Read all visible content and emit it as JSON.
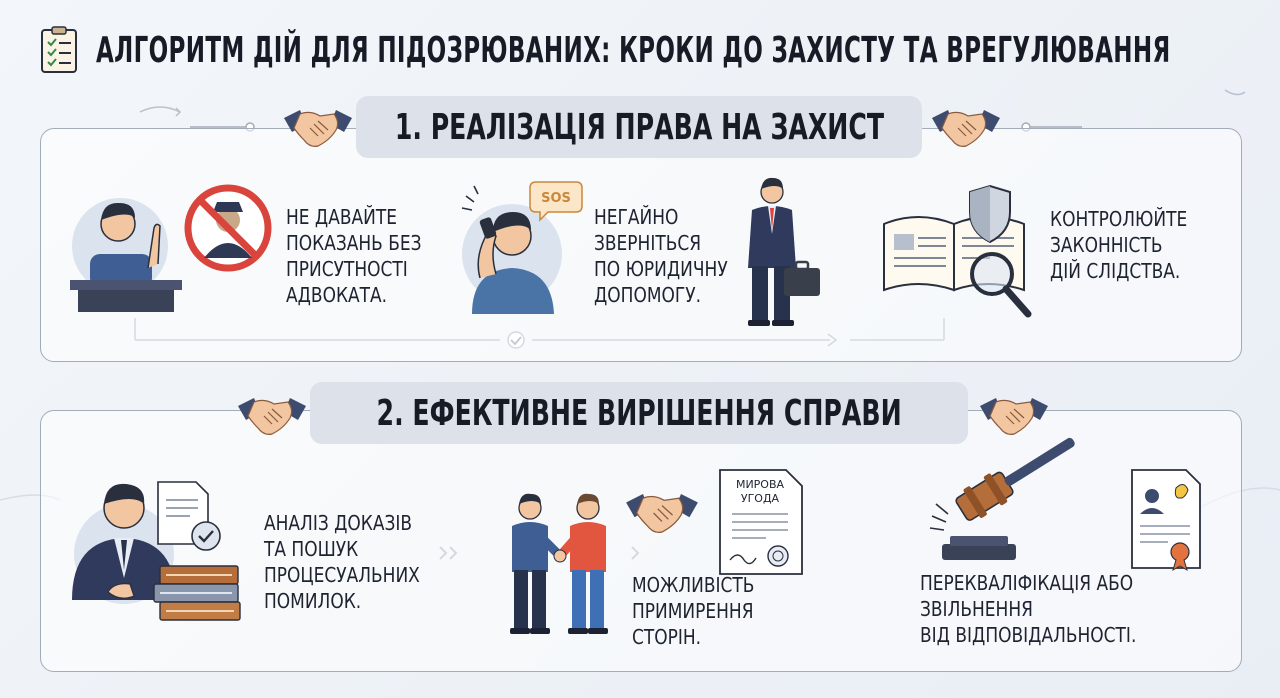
{
  "header": {
    "title": "АЛГОРИТМ ДІЙ ДЛЯ ПІДОЗРЮВАНИХ: КРОКИ ДО ЗАХИСТУ ТА ВРЕГУЛЮВАННЯ",
    "icon": "clipboard-checklist-icon"
  },
  "sections": [
    {
      "title": "1. РЕАЛІЗАЦІЯ ПРАВА НА ЗАХИСТ",
      "steps": [
        {
          "lines": [
            "НЕ ДАВАЙТЕ",
            "ПОКАЗАНЬ БЕЗ",
            "ПРИСУТНОСТІ",
            "АДВОКАТА."
          ],
          "icon": "no-interrogation-icon"
        },
        {
          "lines": [
            "НЕГАЙНО",
            "ЗВЕРНІТЬСЯ",
            "ПО ЮРИДИЧНУ",
            "ДОПОМОГУ."
          ],
          "icon": "sos-call-icon",
          "badge": "SOS"
        },
        {
          "lines": [
            "КОНТРОЛЮЙТЕ",
            "ЗАКОННІСТЬ",
            "ДІЙ СЛІДСТВА."
          ],
          "icon": "law-book-magnifier-icon"
        }
      ]
    },
    {
      "title": "2. ЕФЕКТИВНЕ ВИРІШЕННЯ СПРАВИ",
      "steps": [
        {
          "lines": [
            "АНАЛІЗ ДОКАЗІВ",
            "ТА ПОШУК",
            "ПРОЦЕСУАЛЬНИХ",
            "ПОМИЛОК."
          ],
          "icon": "lawyer-documents-icon"
        },
        {
          "lines": [
            "МОЖЛИВІСТЬ",
            "ПРИМИРЕННЯ",
            "СТОРІН."
          ],
          "icon": "settlement-agreement-icon",
          "doc_lines": [
            "МИРОВА",
            "УГОДА"
          ]
        },
        {
          "lines": [
            "ПЕРЕКВАЛІФІКАЦІЯ АБО",
            "ЗВІЛЬНЕННЯ",
            "ВІД ВІДПОВІДАЛЬНОСТІ."
          ],
          "icon": "gavel-certificate-icon"
        }
      ]
    }
  ],
  "colors": {
    "navy": "#3d4b6e",
    "dark_navy": "#27324d",
    "red": "#d9453d",
    "skin": "#f2c6a0",
    "wood": "#b56d3a",
    "orange_shirt": "#e2553f",
    "blue_jeans": "#3f6fb4",
    "panel_border": "#a3acb9",
    "pill_bg": "#dde2ea"
  }
}
